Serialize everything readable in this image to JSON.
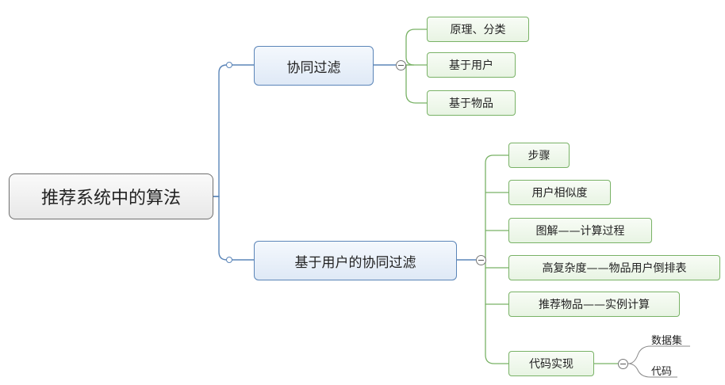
{
  "mindmap": {
    "root": {
      "label": "推荐系统中的算法"
    },
    "branches": [
      {
        "label": "协同过滤",
        "children": [
          {
            "label": "原理、分类"
          },
          {
            "label": "基于用户"
          },
          {
            "label": "基于物品"
          }
        ]
      },
      {
        "label": "基于用户的协同过滤",
        "children": [
          {
            "label": "步骤"
          },
          {
            "label": "用户相似度"
          },
          {
            "label": "图解——计算过程"
          },
          {
            "label": "高复杂度——物品用户倒排表"
          },
          {
            "label": "推荐物品——实例计算"
          },
          {
            "label": "代码实现",
            "children": [
              {
                "label": "数据集"
              },
              {
                "label": "代码"
              }
            ]
          }
        ]
      }
    ]
  },
  "colors": {
    "root_border": "#6f6f6f",
    "main_border": "#5b85b8",
    "sub_border": "#79b266",
    "leaf_line": "#888888"
  }
}
